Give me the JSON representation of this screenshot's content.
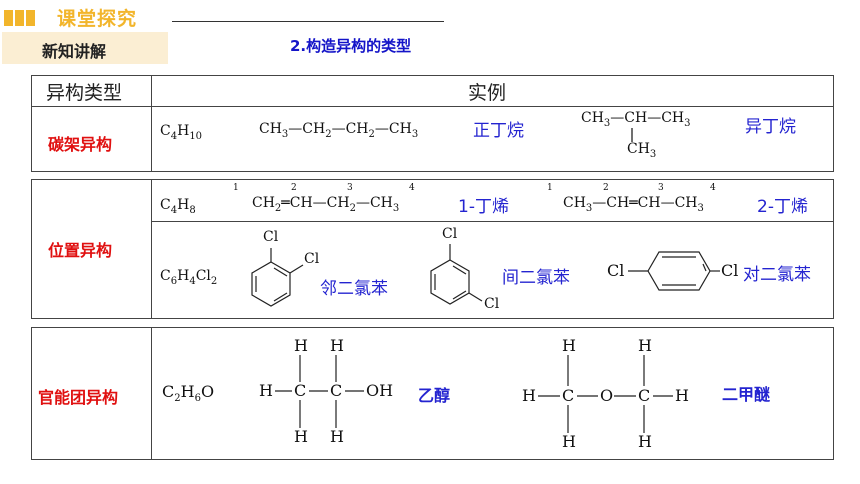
{
  "header": {
    "title": "课堂探究",
    "subtitle": "新知讲解",
    "topic": "2.构造异构的类型"
  },
  "table": {
    "col_type": "异构类型",
    "col_example": "实例",
    "rows": {
      "carbon": {
        "label": "碳架异构",
        "formula": {
          "el1": "C",
          "n1": "4",
          "el2": "H",
          "n2": "10"
        },
        "iso1": {
          "name": "正丁烷"
        },
        "iso2": {
          "name": "异丁烷"
        }
      },
      "position": {
        "label": "位置异构",
        "butene": {
          "formula": {
            "el1": "C",
            "n1": "4",
            "el2": "H",
            "n2": "8"
          },
          "iso1": {
            "name": "1-丁烯"
          },
          "iso2": {
            "name": "2-丁烯"
          }
        },
        "dichloro": {
          "formula": {
            "el1": "C",
            "n1": "6",
            "el2": "H",
            "n2": "4",
            "el3": "Cl",
            "n3": "2"
          },
          "ortho": "邻二氯苯",
          "meta": "间二氯苯",
          "para": "对二氯苯"
        }
      },
      "functional": {
        "label": "官能团异构",
        "formula": {
          "el1": "C",
          "n1": "2",
          "el2": "H",
          "n2": "6",
          "el3": "O"
        },
        "ethanol": "乙醇",
        "ether": "二甲醚"
      }
    }
  },
  "chem": {
    "ch3": "CH",
    "ch2": "CH",
    "ch": "CH",
    "sub3": "3",
    "sub2": "2",
    "cl": "Cl",
    "h": "H",
    "c": "C",
    "o": "O",
    "oh": "OH",
    "n1": "1",
    "n2": "2",
    "n3": "3",
    "n4": "4"
  },
  "colors": {
    "accent": "#f2b52b",
    "category": "#e01010",
    "name": "#2424d0",
    "subtitle_bg": "#fbeed3"
  }
}
